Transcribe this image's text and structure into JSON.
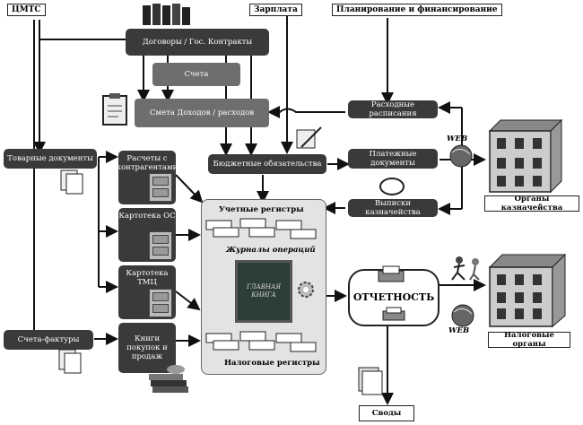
{
  "top": {
    "cmts": "ЦМТС",
    "salary": "Зарплата",
    "planning": "Планирование и финансирование"
  },
  "boxes": {
    "contracts": "Договоры / Гос. Контракты",
    "invoices": "Счета",
    "estimate": "Смета Доходов / расходов",
    "commodity_docs": "Товарные документы",
    "contractor_settlements": "Расчеты с контрагентами",
    "fixed_assets": "Картотека ОС",
    "inventory": "Картотека ТМЦ",
    "invoice_factures": "Счета-фактуры",
    "purchase_sales_books": "Книги покупок и продаж",
    "budget_obligations": "Бюджетные обязательства",
    "expense_schedules": "Расходные расписания",
    "payment_docs": "Платежные документы",
    "treasury_statements": "Выписки казначейства",
    "reporting": "ОТЧЕТНОСТЬ",
    "summaries": "Своды"
  },
  "registers": {
    "accounting": "Учетные регистры",
    "journals": "Журналы операций",
    "book": "ГЛАВНАЯ КНИГА",
    "tax": "Налоговые регистры"
  },
  "orgs": {
    "treasury": "Органы казначейства",
    "tax": "Налоговые органы"
  },
  "web_labels": [
    "WEB",
    "WEB"
  ]
}
